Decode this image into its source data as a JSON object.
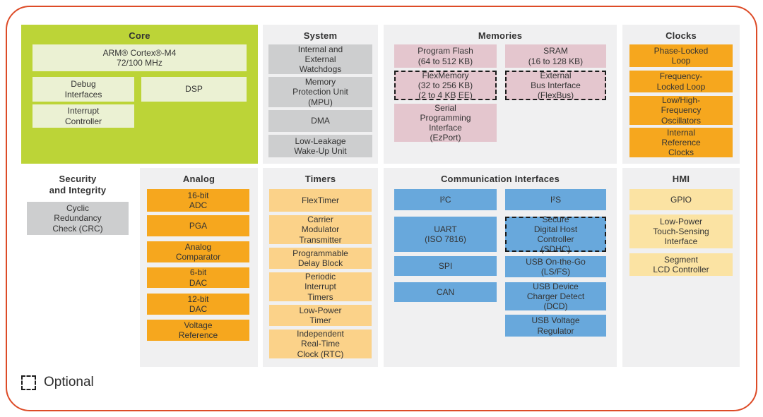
{
  "legend": {
    "label": "Optional"
  },
  "colors": {
    "frame": "#DD4B27",
    "panel": "#F0F0F1",
    "core-green": "#BCD437",
    "lgreen": "#EBF1D3",
    "grayb": "#CDCECF",
    "pink": "#E4C6CE",
    "orange": "#F6A71E",
    "lorange": "#FBD289",
    "blue": "#68A8DC",
    "yellow": "#FBE3A3",
    "ink": "#3C3C3C"
  },
  "panels": {
    "core": {
      "title": "Core",
      "blocks": [
        {
          "label": "ARM® Cortex®-M4\n72/100 MHz"
        },
        {
          "label": "Debug\nInterfaces"
        },
        {
          "label": "DSP"
        },
        {
          "label": "Interrupt\nController"
        }
      ]
    },
    "system": {
      "title": "System",
      "blocks": [
        {
          "label": "Internal and\nExternal\nWatchdogs"
        },
        {
          "label": "Memory\nProtection Unit\n(MPU)"
        },
        {
          "label": "DMA"
        },
        {
          "label": "Low-Leakage\nWake-Up Unit"
        }
      ]
    },
    "memories": {
      "title": "Memories",
      "blocks": [
        {
          "label": "Program Flash\n(64 to 512 KB)"
        },
        {
          "label": "SRAM\n(16 to 128 KB)"
        },
        {
          "label": "FlexMemory\n(32 to 256 KB)\n(2 to 4 KB EE)",
          "optional": true
        },
        {
          "label": "External\nBus Interface\n(FlexBus)",
          "optional": true
        },
        {
          "label": "Serial\nProgramming\nInterface\n(EzPort)"
        }
      ]
    },
    "clocks": {
      "title": "Clocks",
      "blocks": [
        {
          "label": "Phase-Locked\nLoop"
        },
        {
          "label": "Frequency-\nLocked Loop"
        },
        {
          "label": "Low/High-\nFrequency\nOscillators"
        },
        {
          "label": "Internal\nReference\nClocks"
        }
      ]
    },
    "security": {
      "title": "Security\nand Integrity",
      "blocks": [
        {
          "label": "Cyclic\nRedundancy\nCheck (CRC)"
        }
      ]
    },
    "analog": {
      "title": "Analog",
      "blocks": [
        {
          "label": "16-bit\nADC"
        },
        {
          "label": "PGA"
        },
        {
          "label": "Analog\nComparator"
        },
        {
          "label": "6-bit\nDAC"
        },
        {
          "label": "12-bit\nDAC"
        },
        {
          "label": "Voltage\nReference"
        }
      ]
    },
    "timers": {
      "title": "Timers",
      "blocks": [
        {
          "label": "FlexTimer"
        },
        {
          "label": "Carrier\nModulator\nTransmitter"
        },
        {
          "label": "Programmable\nDelay Block"
        },
        {
          "label": "Periodic\nInterrupt\nTimers"
        },
        {
          "label": "Low-Power\nTimer"
        },
        {
          "label": "Independent\nReal-Time\nClock (RTC)"
        }
      ]
    },
    "comm": {
      "title": "Communication Interfaces",
      "blocks": [
        {
          "label": "I²C"
        },
        {
          "label": "UART\n(ISO 7816)"
        },
        {
          "label": "SPI"
        },
        {
          "label": "CAN"
        },
        {
          "label": "I²S"
        },
        {
          "label": "Secure\nDigital Host\nController\n(SDHC)",
          "optional": true
        },
        {
          "label": "USB On-the-Go\n(LS/FS)"
        },
        {
          "label": "USB Device\nCharger Detect\n(DCD)"
        },
        {
          "label": "USB Voltage\nRegulator"
        }
      ]
    },
    "hmi": {
      "title": "HMI",
      "blocks": [
        {
          "label": "GPIO"
        },
        {
          "label": "Low-Power\nTouch-Sensing\nInterface"
        },
        {
          "label": "Segment\nLCD Controller"
        }
      ]
    }
  }
}
